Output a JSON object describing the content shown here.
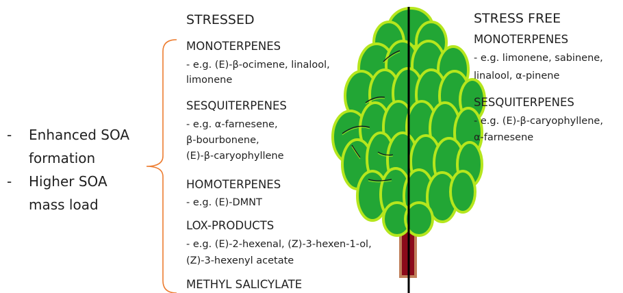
{
  "effects": {
    "items": [
      {
        "bullet": "-",
        "lines": [
          "Enhanced SOA",
          "formation"
        ]
      },
      {
        "bullet": "-",
        "lines": [
          "Higher SOA",
          "mass load"
        ]
      }
    ]
  },
  "stressed": {
    "heading": "STRESSED",
    "groups": [
      {
        "name": "MONOTERPENES",
        "lines": [
          "- e.g. (E)-β-ocimene, linalool,",
          "limonene"
        ]
      },
      {
        "name": "SESQUITERPENES",
        "lines": [
          "- e.g. α-farnesene,",
          "β-bourbonene,",
          "(E)-β-caryophyllene"
        ]
      },
      {
        "name": "HOMOTERPENES",
        "lines": [
          "- e.g. (E)-DMNT"
        ]
      },
      {
        "name": "LOX-PRODUCTS",
        "lines": [
          "- e.g. (E)-2-hexenal, (Z)-3-hexen-1-ol,",
          "(Z)-3-hexenyl acetate"
        ]
      },
      {
        "name": "METHYL SALICYLATE",
        "lines": []
      }
    ]
  },
  "stress_free": {
    "heading": "STRESS FREE",
    "groups": [
      {
        "name": "MONOTERPENES",
        "lines": [
          "- e.g. limonene, sabinene,",
          "linalool, α-pinene"
        ]
      },
      {
        "name": "SESQUITERPENES",
        "lines": [
          "- e.g. (E)-β-caryophyllene,",
          "α-farnesene"
        ]
      }
    ]
  },
  "colors": {
    "leaf_fill": "#22a635",
    "leaf_outline": "#b5e61d",
    "trunk_fill": "#8b0a1a",
    "trunk_outline": "#c0805a",
    "brace": "#ed7d31",
    "divider": "#000000"
  }
}
